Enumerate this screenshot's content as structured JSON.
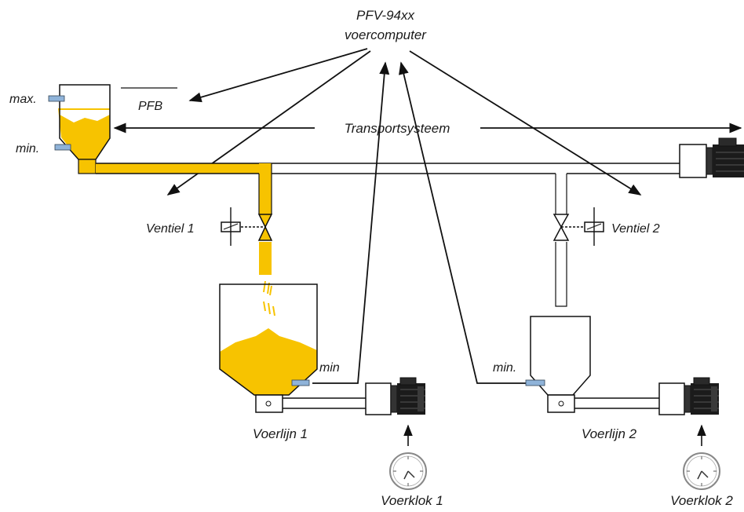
{
  "labels": {
    "computer_line1": "PFV-94xx",
    "computer_line2": "voercomputer",
    "max": "max.",
    "min_top": "min.",
    "pfb": "PFB",
    "transport": "Transportsysteem",
    "ventiel1": "Ventiel 1",
    "ventiel2": "Ventiel 2",
    "min_hopper1": "min",
    "min_hopper2": "min.",
    "voerlijn1": "Voerlijn 1",
    "voerlijn2": "Voerlijn 2",
    "voerklok1": "Voerklok 1",
    "voerklok2": "Voerklok 2"
  },
  "colors": {
    "feed": "#f7c300",
    "sensor": "#8fb3d9",
    "motor": "#1b1b1b",
    "line": "#111111"
  },
  "icons": {
    "clock": "clock-icon",
    "motor": "motor-icon",
    "valve": "valve-icon",
    "sensor": "level-sensor-icon"
  }
}
